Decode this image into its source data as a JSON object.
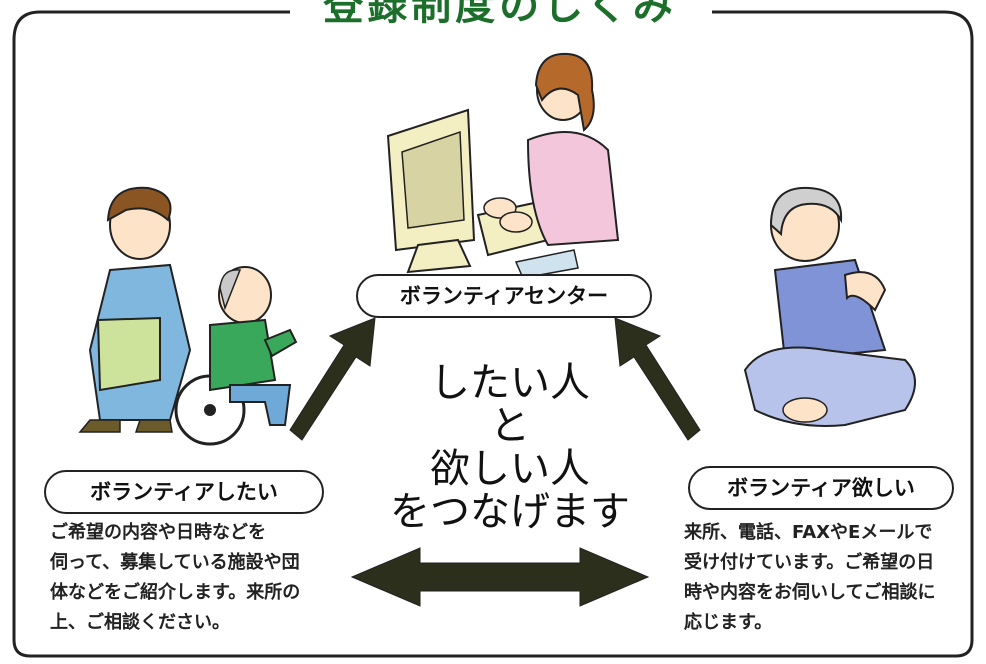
{
  "title": "登録制度のしくみ",
  "center": {
    "label": "ボランティアセンター",
    "message_lines": [
      "したい人",
      "と",
      "欲しい人",
      "をつなげます"
    ]
  },
  "left": {
    "label": "ボランティアしたい",
    "description_lines": [
      "ご希望の内容や日時などを",
      "伺って、募集している施設や団",
      "体などをご紹介します。来所の",
      "上、ご相談ください。"
    ]
  },
  "right": {
    "label": "ボランティア欲しい",
    "description_lines": [
      "来所、電話、FAXやEメールで",
      "受け付けています。ご希望の日",
      "時や内容をお伺いしてご相談に",
      "応じます。"
    ]
  },
  "colors": {
    "title": "#1b6f2a",
    "arrow": "#2b2f1c",
    "frame": "#222222"
  }
}
